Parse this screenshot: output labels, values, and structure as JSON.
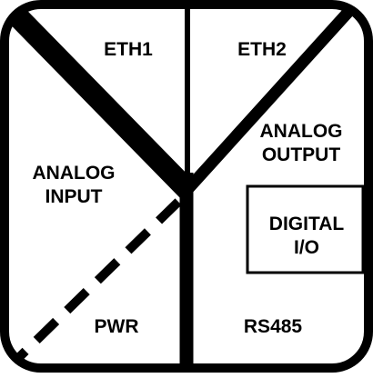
{
  "colors": {
    "line": "#000000",
    "background": "#ffffff"
  },
  "labels": {
    "eth1": "ETH1",
    "eth2": "ETH2",
    "analog_output": [
      "ANALOG",
      "OUTPUT"
    ],
    "analog_input": [
      "ANALOG",
      "INPUT"
    ],
    "digital_io": [
      "DIGITAL",
      "I/O"
    ],
    "pwr": "PWR",
    "rs485": "RS485"
  }
}
